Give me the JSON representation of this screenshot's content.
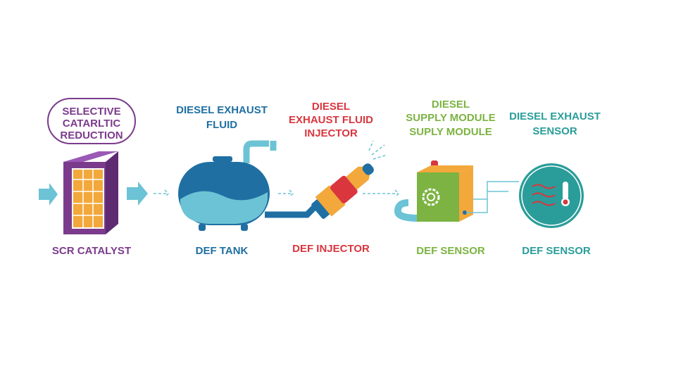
{
  "colors": {
    "purple": "#7b3b8c",
    "blue": "#1f6fa3",
    "red": "#d9363e",
    "green": "#7cb342",
    "teal": "#2a9d9a",
    "cyan": "#6cc3d5",
    "orange": "#f2a83b"
  },
  "stages": [
    {
      "heading": [
        "SELECTIVE",
        "CATARLTIC",
        "REDUCTION"
      ],
      "label": "SCR CATALYST",
      "icon": "catalyst-icon"
    },
    {
      "heading": [
        "DIESEL EXHAUST",
        "FLUID"
      ],
      "label": "DEF TANK",
      "icon": "tank-icon"
    },
    {
      "heading": [
        "DIESEL",
        "EXHAUST FLUID",
        "INJECTOR"
      ],
      "label": "DEF INJECTOR",
      "icon": "injector-icon"
    },
    {
      "heading": [
        "DIESEL",
        "SUPPLY MODULE",
        "SUPLY MODULE"
      ],
      "label": "DEF SENSOR",
      "icon": "supply-module-icon"
    },
    {
      "heading": [
        "DIESEL EXHAUST",
        "SENSOR"
      ],
      "label": "DEF SENSOR",
      "icon": "sensor-icon"
    }
  ]
}
